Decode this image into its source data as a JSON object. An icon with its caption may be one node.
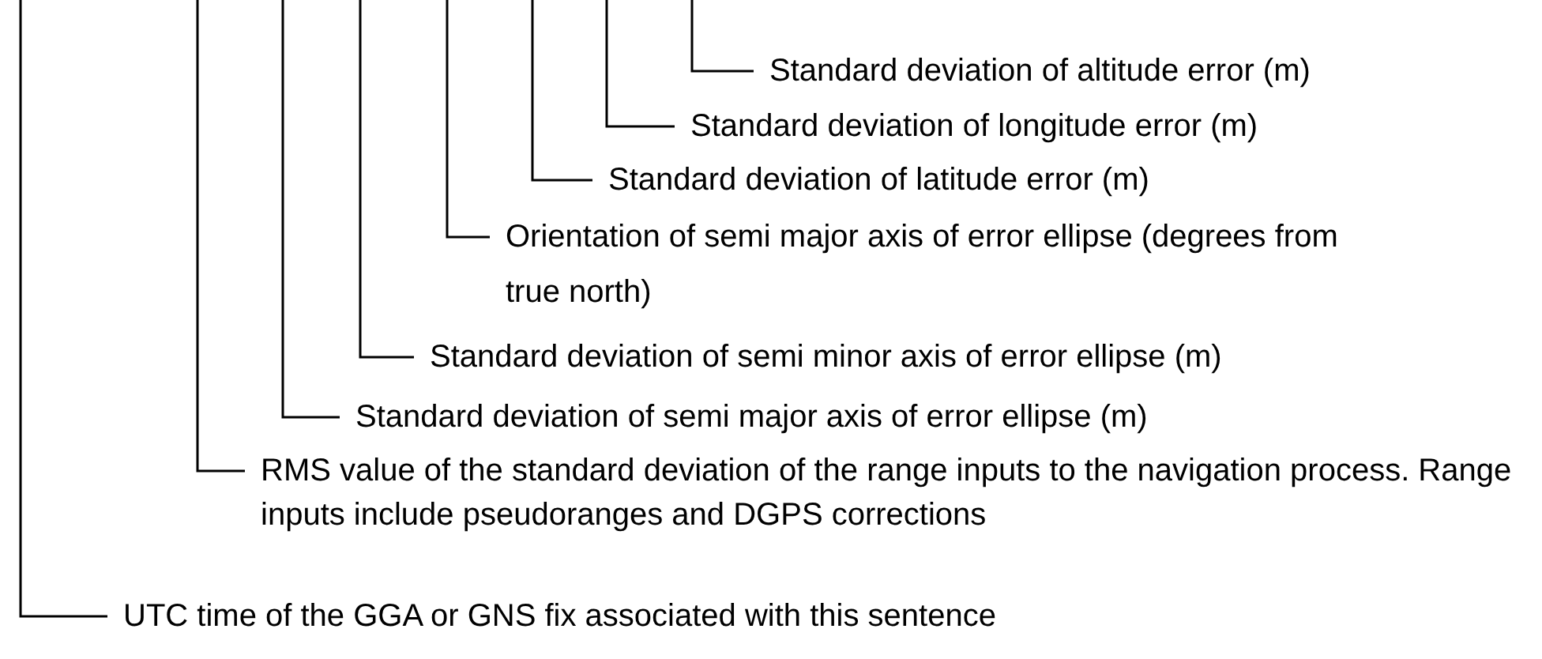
{
  "diagram": {
    "nodes": [
      {
        "text": [
          "Standard deviation of altitude error (m)"
        ]
      },
      {
        "text": [
          "Standard deviation of longitude error (m)"
        ]
      },
      {
        "text": [
          "Standard deviation of latitude error (m)"
        ]
      },
      {
        "text": [
          "Orientation of semi major axis of error ellipse (degrees from true north)"
        ]
      },
      {
        "text": [
          "Standard deviation of semi minor axis of error ellipse (m)"
        ]
      },
      {
        "text": [
          "Standard deviation of semi major axis of error ellipse (m)"
        ]
      },
      {
        "text": [
          "RMS value of the standard deviation of the range inputs to the navigation process. Range inputs include pseudoranges and DGPS corrections"
        ]
      },
      {
        "text": [
          "UTC time of the GGA or GNS fix associated with this sentence"
        ]
      }
    ],
    "edges": [
      {
        "from": 0,
        "to": null,
        "arrow": "none"
      },
      {
        "from": 1,
        "to": null,
        "arrow": "none"
      },
      {
        "from": 2,
        "to": null,
        "arrow": "none"
      },
      {
        "from": 3,
        "to": null,
        "arrow": "none"
      },
      {
        "from": 4,
        "to": null,
        "arrow": "none"
      },
      {
        "from": 5,
        "to": null,
        "arrow": "none"
      },
      {
        "from": 6,
        "to": null,
        "arrow": "none"
      },
      {
        "from": 7,
        "to": null,
        "arrow": "none"
      }
    ]
  }
}
